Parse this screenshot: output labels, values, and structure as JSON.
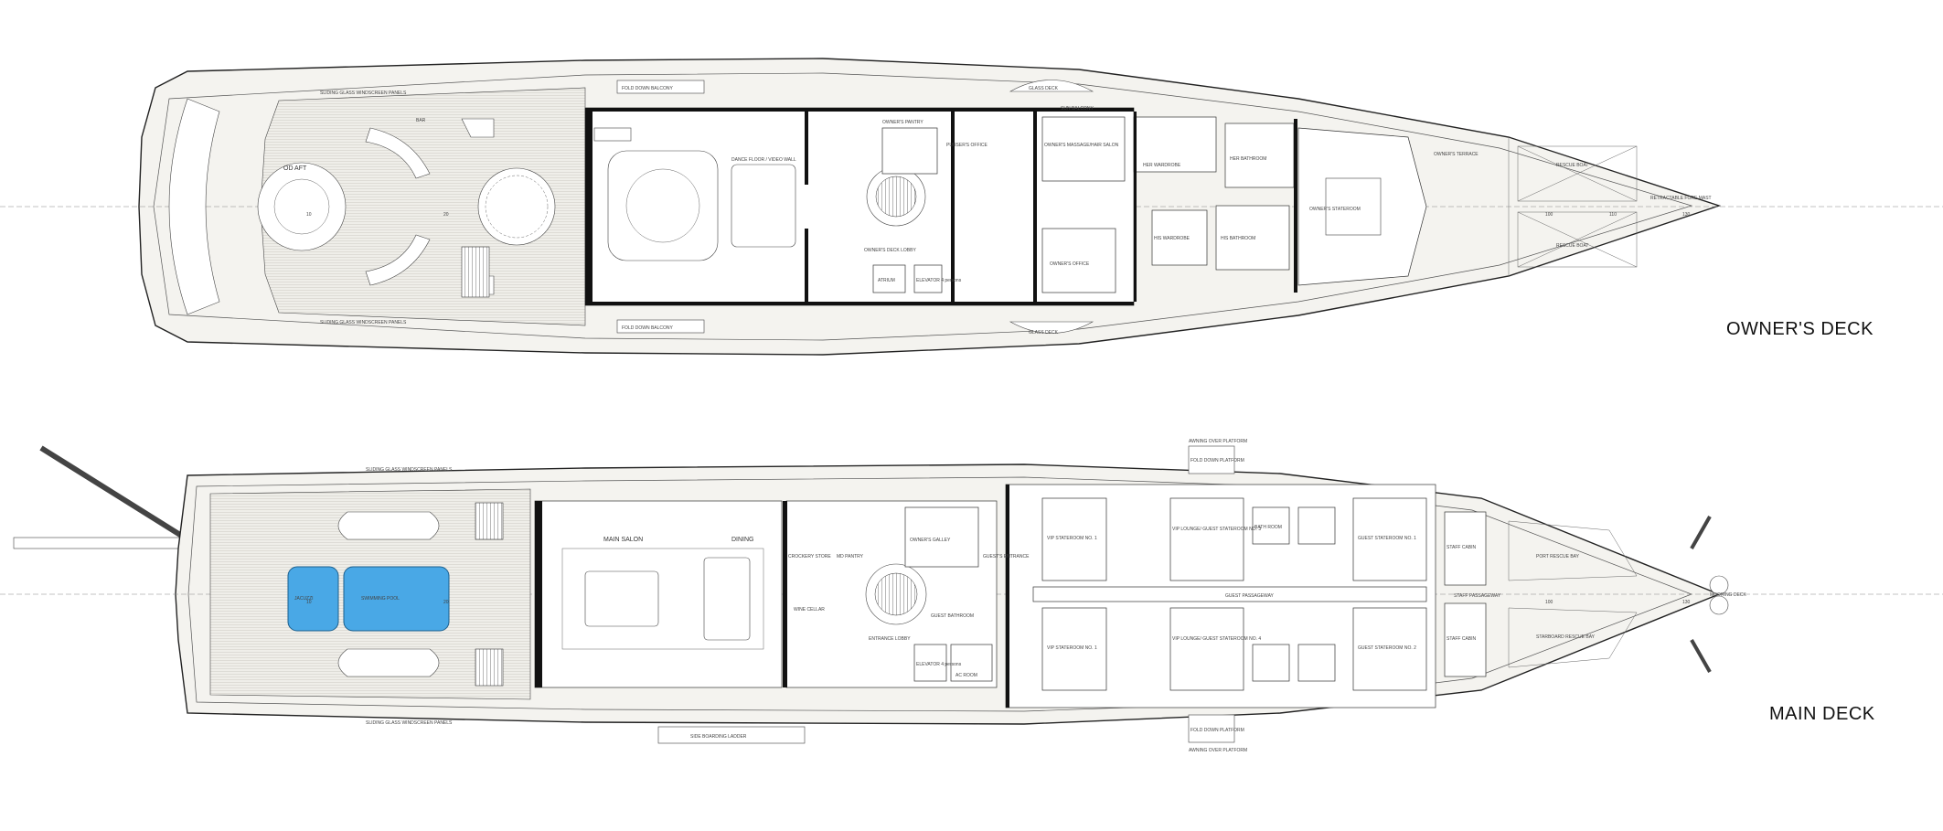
{
  "owners_deck": {
    "title": "OWNER'S DECK",
    "labels": {
      "od_aft": "OD AFT",
      "bar": "BAR",
      "dance_floor": "DANCE FLOOR / VIDEO WALL",
      "owners_pantry": "OWNER'S PANTRY",
      "passage_office": "PURSER'S OFFICE",
      "owners_deck_lobby": "OWNER'S DECK LOBBY",
      "atrium": "ATRIUM",
      "elevator": "ELEVATOR 4 persons",
      "owners_massage_salon": "OWNER'S MASSAGE/HAIR SALON",
      "her_wardrobe": "HER WARDROBE",
      "her_bathroom": "HER BATHROOM",
      "his_wardrobe": "HIS WARDROBE",
      "his_bathroom": "HIS BATHROOM",
      "owners_office": "OWNER'S OFFICE",
      "owners_stateroom": "OWNER'S STATEROOM",
      "owners_terrace": "OWNER'S TERRACE",
      "rescue_boat_1": "RESCUE BOAT",
      "rescue_boat_2": "RESCUE BOAT",
      "fold_down_balcony_top": "FOLD DOWN BALCONY",
      "fold_down_balcony_bottom": "FOLD DOWN BALCONY",
      "sliding_glass_top": "SLIDING GLASS WINDSCREEN PANELS",
      "sliding_glass_bottom": "SLIDING GLASS WINDSCREEN PANELS",
      "glass_deck_top": "GLASS DECK",
      "glass_deck_bottom": "GLASS DECK",
      "sun_balcony": "SUN BALCONY",
      "retractable_fore_mast": "RETRACTABLE FORE MAST",
      "frame_10": "10",
      "frame_20": "20",
      "frame_100": "100",
      "frame_110": "110",
      "frame_130": "130"
    }
  },
  "main_deck": {
    "title": "MAIN DECK",
    "labels": {
      "jacuzzi": "JACUZZI",
      "swimming_pool": "SWIMMING POOL",
      "main_salon": "MAIN SALON",
      "dining": "DINING",
      "crockery": "CROCKERY STORE",
      "md_pantry": "MD PANTRY",
      "wine_cellar": "WINE CELLAR",
      "guest_bathroom": "GUEST BATHROOM",
      "owners_galley": "OWNER'S GALLEY",
      "entrance_lobby": "ENTRANCE LOBBY",
      "elevator": "ELEVATOR 4 persons",
      "ac_room": "AC ROOM",
      "guests_entrance": "GUEST'S ENTRANCE",
      "vip_stateroom_1": "VIP STATEROOM NO. 1",
      "vip_stateroom_2": "VIP STATEROOM NO. 1",
      "vip_lounge_3": "VIP LOUNGE/ GUEST STATEROOM NO. 3",
      "vip_lounge_4": "VIP LOUNGE/ GUEST STATEROOM NO. 4",
      "guest_stateroom_1": "GUEST STATEROOM NO. 1",
      "guest_stateroom_2": "GUEST STATEROOM NO. 2",
      "guest_passageway": "GUEST PASSAGEWAY",
      "staff_passageway": "STAFF PASSAGEWAY",
      "staff_cabin_1": "STAFF CABIN",
      "staff_cabin_2": "STAFF CABIN",
      "port_rescue_bay": "PORT RESCUE BAY",
      "starboard_rescue_bay": "STARBOARD RESCUE BAY",
      "mooring": "MOORING DECK",
      "bath_room": "BATH ROOM",
      "fold_down_platform_top": "FOLD DOWN PLATFORM",
      "fold_down_platform_bottom": "FOLD DOWN PLATFORM",
      "awning_over_platform_top": "AWNING OVER PLATFORM",
      "awning_over_platform_bottom": "AWNING OVER PLATFORM",
      "side_boarding_ladder": "SIDE BOARDING LADDER",
      "sliding_glass_top": "SLIDING GLASS WINDSCREEN PANELS",
      "sliding_glass_bottom": "SLIDING GLASS WINDSCREEN PANELS",
      "frame_10": "10",
      "frame_20": "20",
      "frame_100": "100",
      "frame_130": "130"
    }
  },
  "colors": {
    "pool": "#49a8e6",
    "walls": "#111111",
    "hull_fill": "#f4f3ef"
  }
}
